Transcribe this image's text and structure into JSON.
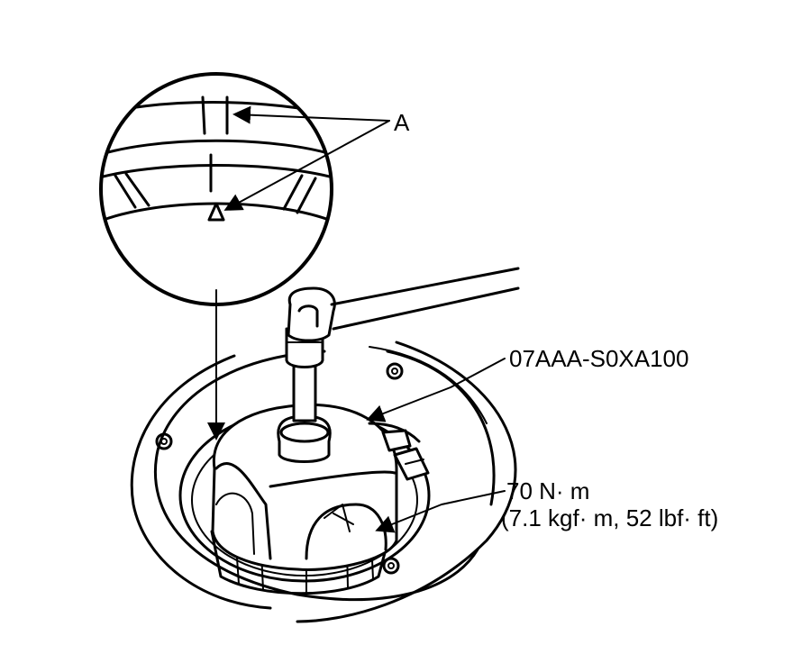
{
  "callouts": {
    "marker_a": "A",
    "tool_number": "07AAA-S0XA100",
    "torque_line1": "70 N· m",
    "torque_line2": "(7.1 kgf· m, 52 lbf· ft)"
  },
  "colors": {
    "ink": "#000000",
    "background": "#ffffff"
  }
}
